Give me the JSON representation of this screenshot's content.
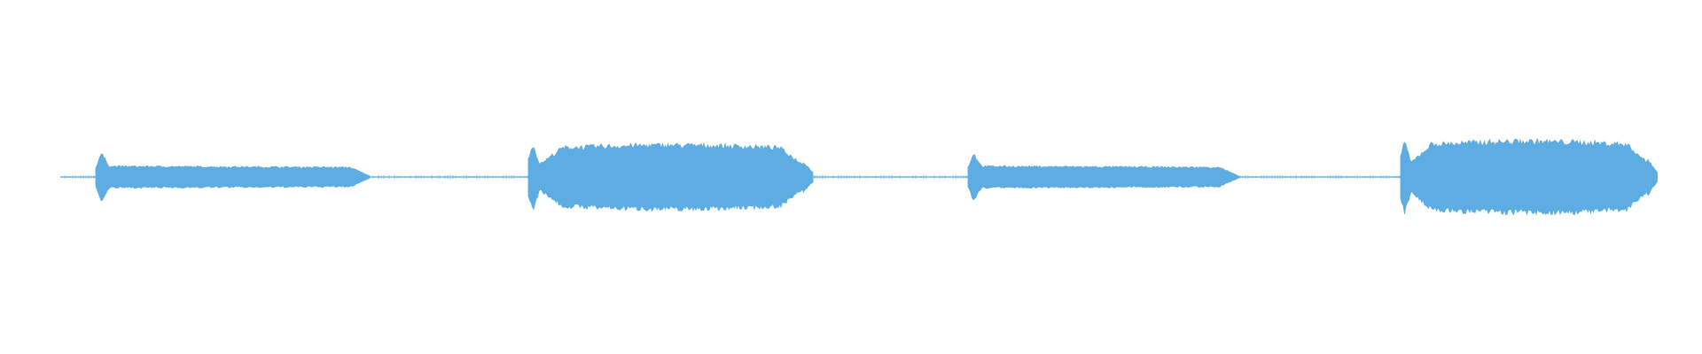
{
  "waveform": {
    "color": "#5DADE2",
    "background": "#ffffff",
    "segments": [
      {
        "shape": "taper",
        "amplitude": 0.55
      },
      {
        "shape": "bulge",
        "amplitude": 0.85
      },
      {
        "shape": "taper",
        "amplitude": 0.55
      },
      {
        "shape": "bulge",
        "amplitude": 0.95
      }
    ]
  }
}
